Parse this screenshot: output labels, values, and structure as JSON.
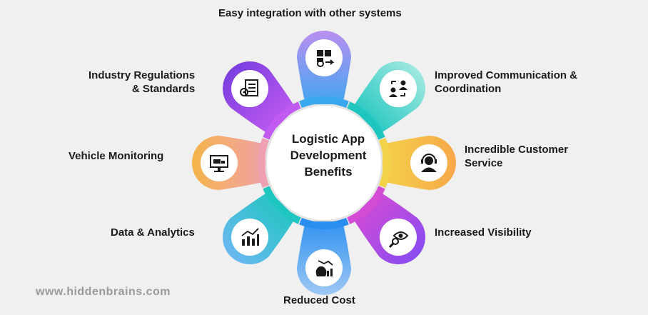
{
  "center": {
    "line1": "Logistic App",
    "line2": "Development",
    "line3": "Benefits"
  },
  "benefits": [
    {
      "label": "Easy integration with other systems",
      "icon": "puzzle-gear-icon",
      "color_a": "#3aa8f0",
      "color_b": "#b98ff0"
    },
    {
      "label_1": "Improved Communication &",
      "label_2": "Coordination",
      "icon": "people-exchange-icon",
      "color_a": "#1fc6c0",
      "color_b": "#9fe8e0"
    },
    {
      "label_1": "Incredible Customer",
      "label_2": "Service",
      "icon": "headset-agent-icon",
      "color_a": "#f4d34a",
      "color_b": "#f7a84a"
    },
    {
      "label": "Increased Visibility",
      "icon": "eye-magnifier-icon",
      "color_a": "#d44bd4",
      "color_b": "#8a4cf0"
    },
    {
      "label": "Reduced Cost",
      "icon": "money-bag-chart-icon",
      "color_a": "#2a8ef0",
      "color_b": "#9ec8f5"
    },
    {
      "label": "Data & Analytics",
      "icon": "bar-chart-icon",
      "color_a": "#1fc6c0",
      "color_b": "#6ab8f0"
    },
    {
      "label": "Vehicle Monitoring",
      "icon": "monitor-truck-icon",
      "color_a": "#f0a0b0",
      "color_b": "#f5b44a"
    },
    {
      "label_1": "Industry Regulations",
      "label_2": "& Standards",
      "icon": "checklist-gear-icon",
      "color_a": "#c05af0",
      "color_b": "#7b3fe0"
    }
  ],
  "footer": {
    "site": "www.hiddenbrains.com"
  }
}
